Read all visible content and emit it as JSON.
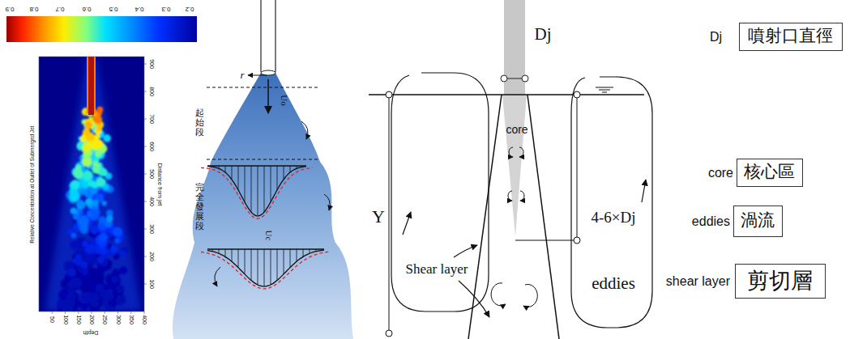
{
  "diagram": {
    "nodes": [
      {
        "text": [
          "Dj",
          "噴射口直徑"
        ]
      },
      {
        "text": [
          "core",
          "核心區"
        ]
      },
      {
        "text": [
          "eddies",
          "渦流"
        ]
      },
      {
        "text": [
          "shear layer",
          "剪切層"
        ]
      }
    ],
    "labels": [
      "0.9",
      "0.8",
      "0.7",
      "0.6",
      "0.5",
      "0.4",
      "0.3",
      "0.2",
      "Relative Concentration at Outlet of Submerged Jet",
      "Distance from jet",
      "100",
      "200",
      "300",
      "400",
      "500",
      "600",
      "700",
      "800",
      "900",
      "Depth",
      "50",
      "100",
      "150",
      "200",
      "250",
      "300",
      "350",
      "400",
      "r",
      "Uo",
      "起始段",
      "完全發展段",
      "Uc",
      "Dj",
      "core",
      "4-6×Dj",
      "Y",
      "Shear layer",
      "eddies"
    ]
  }
}
